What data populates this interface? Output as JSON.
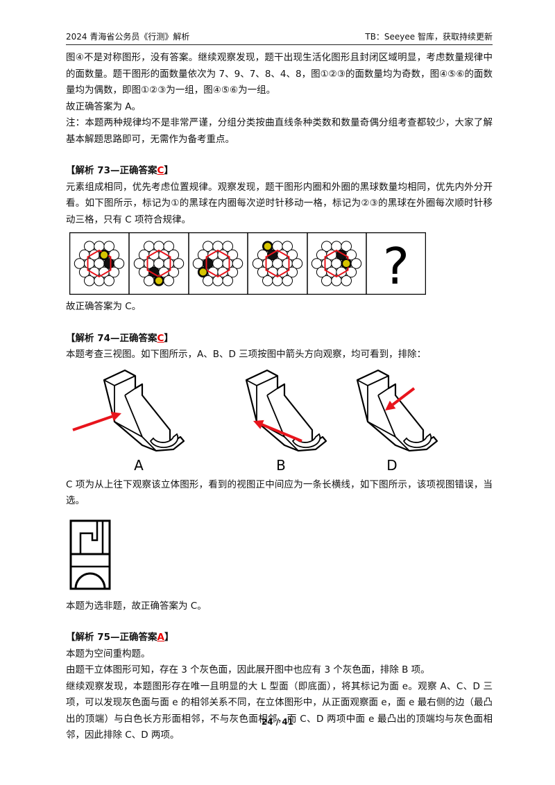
{
  "header": {
    "left": "2024 青海省公务员《行测》解析",
    "right": "TB：Seeyee 智库，获取持续更新"
  },
  "sec72": {
    "p1": "图④不是对称图形，没有答案。继续观察发现，题干出现生活化图形且封闭区域明显，考虑数量规律中的面数量。题干图形的面数量依次为 7、9、7、8、4、8，图①②③的面数量均为奇数，图④⑤⑥的面数量均为偶数，即图①②③为一组，图④⑤⑥为一组。",
    "p2": "故正确答案为 A。",
    "p3": "注：本题两种规律均不是非常严谨，分组分类按曲直线条种类数和数量奇偶分组考查都较少，大家了解基本解题思路即可，无需作为备考重点。"
  },
  "sec73": {
    "heading_prefix": "【解析 73—正确答案",
    "answer": "C",
    "heading_suffix": "】",
    "p1": "元素组成相同，优先考虑位置规律。观察发现，题干图形内圈和外圈的黑球数量均相同，优先内外分开看。如下图所示，标记为①的黑球在内圈每次逆时针移动一格，标记为②③的黑球在外圈每次顺时针移动三格，只有 C 项符合规律。",
    "figure": {
      "question_mark": "?"
    },
    "p2": "故正确答案为 C。"
  },
  "sec74": {
    "heading_prefix": "【解析 74—正确答案",
    "answer": "C",
    "heading_suffix": "】",
    "p1": "本题考查三视图。如下图所示，A、B、D 三项按图中箭头方向观察，均可看到，排除：",
    "figure_labels": [
      "A",
      "B",
      "D"
    ],
    "p2": "C 项为从上往下观察该立体图形，看到的视图正中间应为一条长横线，如下图所示，该项视图错误，当选。",
    "p3": "本题为选非题，故正确答案为 C。"
  },
  "sec75": {
    "heading_prefix": "【解析 75—正确答案",
    "answer": "A",
    "heading_suffix": "】",
    "p1": "本题为空间重构题。",
    "p2": "由题干立体图形可知，存在 3 个灰色面，因此展开图中也应有 3 个灰色面，排除 B 项。",
    "p3": "继续观察发现，本题图形存在唯一且明显的大 L 型面（即底面），将其标记为面 e。观察 A、C、D 三项，可以发现灰色面与面 e 的相邻关系不同，在立体图形中，从正面观察面 e，面 e 最右侧的边（最凸出的顶端）与白色长方形面相邻，不与灰色面相邻，而 C、D 两项中面 e 最凸出的顶端均与灰色面相邻，因此排除 C、D 两项。"
  },
  "footer": {
    "page": "24 / 41"
  },
  "colors": {
    "answer_red": "#e00000",
    "circle_black": "#111111",
    "badge_yellow": "#d6c400",
    "arrow_red": "#e8141c"
  }
}
